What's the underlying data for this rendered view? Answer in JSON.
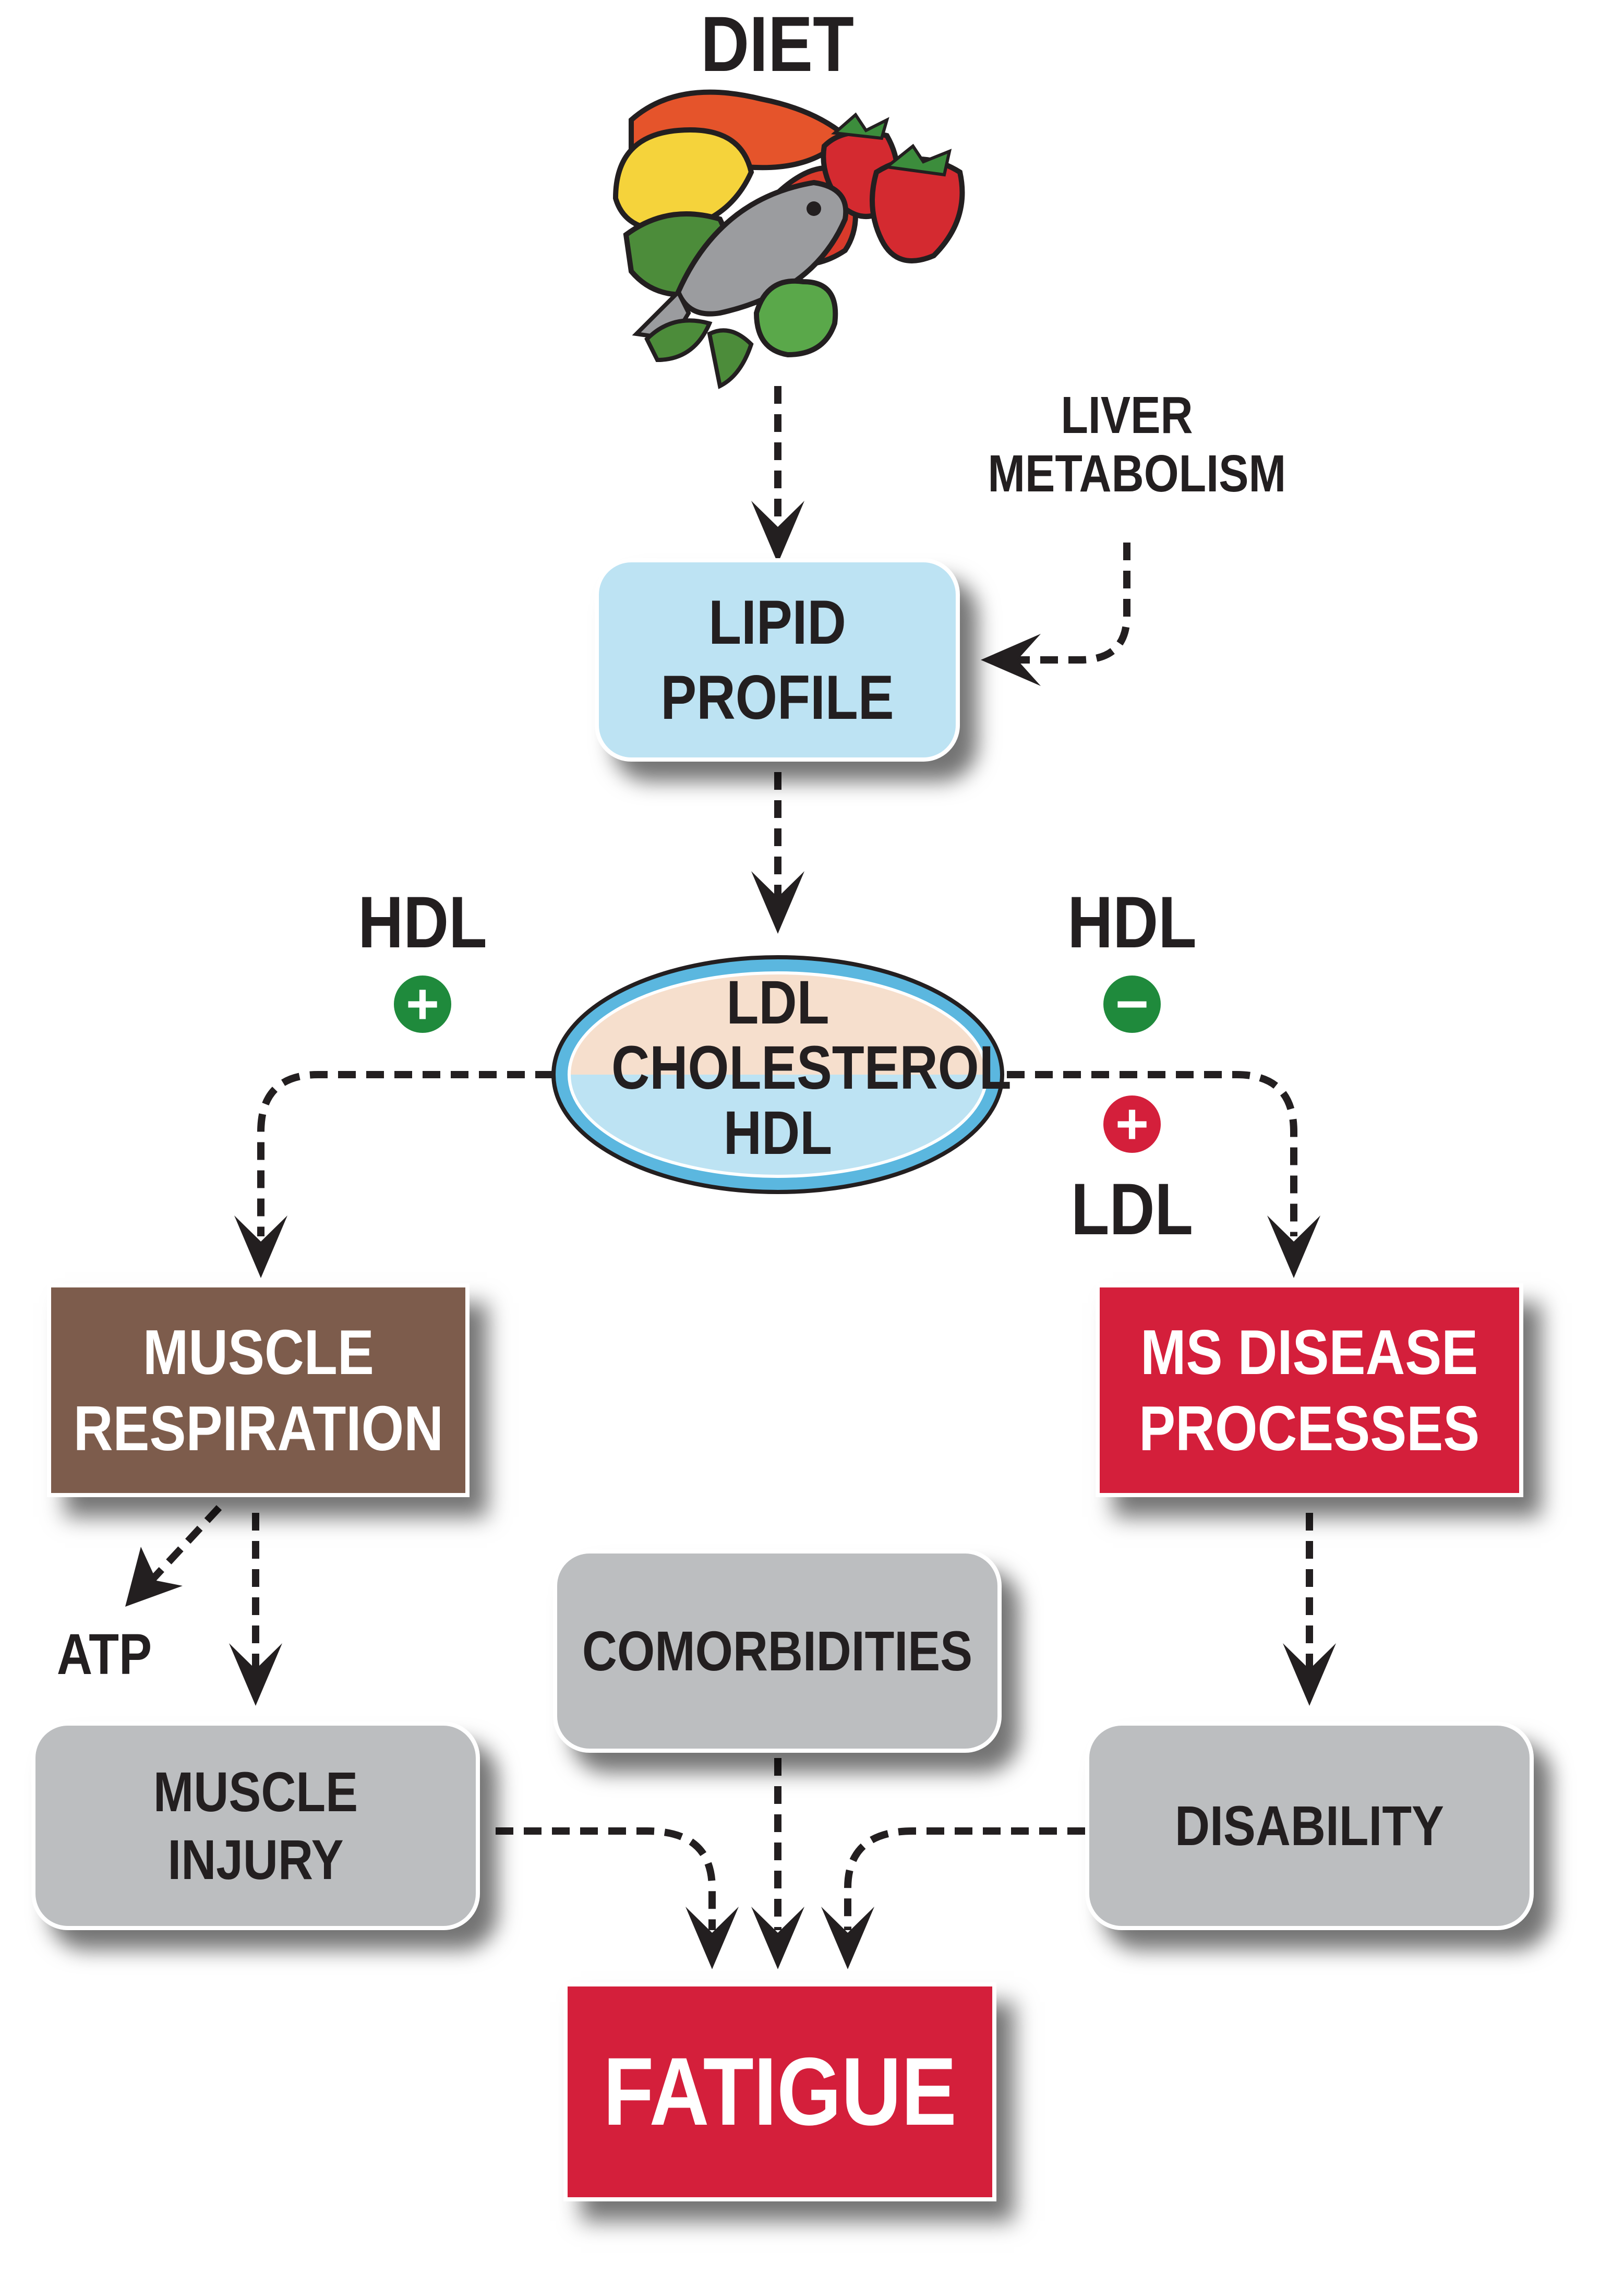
{
  "diet": {
    "title": "DIET",
    "icon": "food-group-icon"
  },
  "liver": {
    "line1": "LIVER",
    "line2": "METABOLISM"
  },
  "lipid_profile": {
    "line1": "LIPID",
    "line2": "PROFILE"
  },
  "ellipse": {
    "line1": "LDL",
    "line2": "CHOLESTEROL",
    "line3": "HDL"
  },
  "left_branch": {
    "label": "HDL",
    "sign": "+",
    "sign_color": "#1f8a3c"
  },
  "right_branch": {
    "hdl_label": "HDL",
    "hdl_sign": "−",
    "hdl_sign_color": "#1f8a3c",
    "ldl_label": "LDL",
    "ldl_sign": "+",
    "ldl_sign_color": "#d41f3b"
  },
  "muscle_respiration": {
    "line1": "MUSCLE",
    "line2": "RESPIRATION"
  },
  "ms_disease": {
    "line1": "MS DISEASE",
    "line2": "PROCESSES"
  },
  "atp": "ATP",
  "muscle_injury": {
    "line1": "MUSCLE",
    "line2": "INJURY"
  },
  "comorbidities": "COMORBIDITIES",
  "disability": "DISABILITY",
  "fatigue": "FATIGUE",
  "colors": {
    "blue_box": "#bde3f3",
    "brown_box": "#7d5c4c",
    "red_box": "#d41f3b",
    "gray_box": "#bcbec0",
    "ellipse_top": "#f6dfcd",
    "ellipse_bottom": "#bde3f3",
    "ellipse_outline": "#5bb7df",
    "text": "#231f20"
  }
}
